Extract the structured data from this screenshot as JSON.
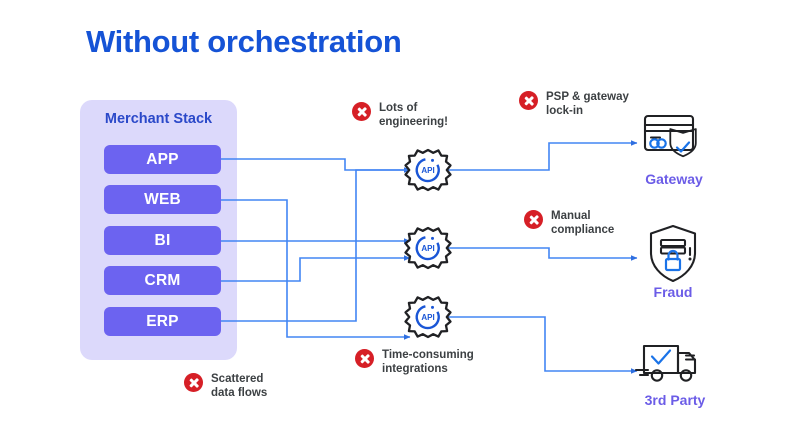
{
  "page": {
    "title": "Without orchestration",
    "accent_blue": "#1553d6",
    "panel_bg": "#dcd9fb",
    "item_bg": "#6c63f0",
    "wire_color": "#4285f4",
    "error_red": "#d61f26",
    "endpoint_label_color": "#6b5ce7"
  },
  "merchant_stack": {
    "title": "Merchant Stack",
    "items": [
      {
        "label": "APP"
      },
      {
        "label": "WEB"
      },
      {
        "label": "BI"
      },
      {
        "label": "CRM"
      },
      {
        "label": "ERP"
      }
    ]
  },
  "api_nodes": [
    {
      "label": "API"
    },
    {
      "label": "API"
    },
    {
      "label": "API"
    }
  ],
  "callouts": [
    {
      "id": "lots-of-engineering",
      "text": "Lots of\nengineering!",
      "icon": "red-x-icon"
    },
    {
      "id": "psp-gateway-lock-in",
      "text": "PSP & gateway\nlock-in",
      "icon": "red-x-icon"
    },
    {
      "id": "manual-compliance",
      "text": "Manual\ncompliance",
      "icon": "red-x-icon"
    },
    {
      "id": "time-consuming-integrations",
      "text": "Time-consuming\nintegrations",
      "icon": "red-x-icon"
    },
    {
      "id": "scattered-data-flows",
      "text": "Scattered\ndata flows",
      "icon": "red-x-icon"
    }
  ],
  "endpoints": [
    {
      "label": "Gateway",
      "icon": "credit-card-shield-icon"
    },
    {
      "label": "Fraud",
      "icon": "shield-lock-icon"
    },
    {
      "label": "3rd Party",
      "icon": "delivery-truck-check-icon"
    }
  ]
}
